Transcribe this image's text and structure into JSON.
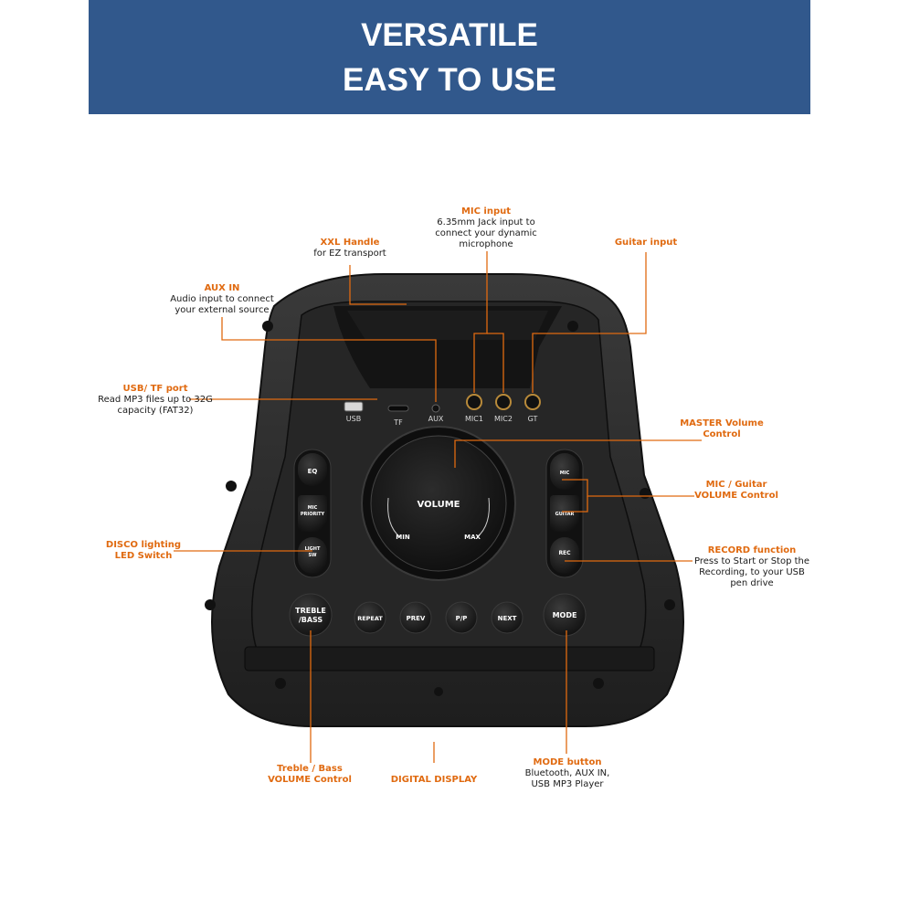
{
  "banner": {
    "line1": "VERSATILE",
    "line2": "EASY TO USE"
  },
  "colors": {
    "banner": "#31588c",
    "accent": "#e06a10",
    "speaker_body": "#2a2a2a"
  },
  "ports": {
    "usb": "USB",
    "tf": "TF",
    "aux": "AUX",
    "mic1": "MIC1",
    "mic2": "MIC2",
    "gt": "GT"
  },
  "buttons": {
    "eq": "EQ",
    "mic_priority_1": "MIC",
    "mic_priority_2": "PRIORITY",
    "light_1": "LIGHT",
    "light_2": "SW",
    "mic": "MIC",
    "guitar": "GUITAR",
    "rec": "REC",
    "treble_1": "TREBLE",
    "treble_2": "/BASS",
    "repeat": "REPEAT",
    "prev": "PREV",
    "pp": "P/P",
    "next": "NEXT",
    "mode": "MODE"
  },
  "volume_knob": {
    "label": "VOLUME",
    "min": "MIN",
    "max": "MAX"
  },
  "callouts": {
    "mic_input": {
      "title": "MIC input",
      "lines": [
        "6.35mm Jack input to",
        "connect your dynamic",
        "microphone"
      ]
    },
    "xxl_handle": {
      "title": "XXL Handle",
      "lines": [
        "for EZ transport"
      ]
    },
    "guitar_input": {
      "title": "Guitar input"
    },
    "aux_in": {
      "title": "AUX IN",
      "lines": [
        "Audio input to connect",
        "your external source"
      ]
    },
    "usb_tf": {
      "title": "USB/ TF port",
      "lines": [
        "Read MP3 files up to 32G",
        "capacity (FAT32)"
      ]
    },
    "master_volume": {
      "title_1": "MASTER Volume",
      "title_2": "Control"
    },
    "mic_guitar": {
      "title_1": "MIC / Guitar",
      "title_2": "VOLUME Control"
    },
    "disco": {
      "title_1": "DISCO lighting",
      "title_2": "LED Switch"
    },
    "record": {
      "title": "RECORD function",
      "lines": [
        "Press to Start or Stop the",
        "Recording, to your USB",
        "pen drive"
      ]
    },
    "treble_bass": {
      "title_1": "Treble / Bass",
      "title_2": "VOLUME Control"
    },
    "digital_display": {
      "title": "DIGITAL DISPLAY"
    },
    "mode_button": {
      "title": "MODE button",
      "lines": [
        "Bluetooth, AUX IN,",
        "USB MP3 Player"
      ]
    }
  }
}
